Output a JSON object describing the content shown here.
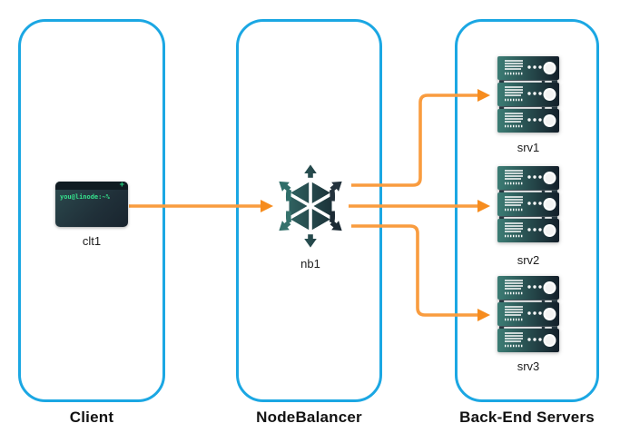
{
  "diagram": {
    "title_implicit": "NodeBalancer traffic flow",
    "columns": [
      {
        "key": "client",
        "label": "Client"
      },
      {
        "key": "nodebalancer",
        "label": "NodeBalancer"
      },
      {
        "key": "backends",
        "label": "Back-End Servers"
      }
    ],
    "nodes": {
      "client": {
        "id": "clt1",
        "type": "terminal",
        "terminal_text": "you@linode:~%"
      },
      "nodebalancer": {
        "id": "nb1",
        "type": "nodebalancer"
      },
      "servers": [
        {
          "id": "srv1",
          "type": "server-stack"
        },
        {
          "id": "srv2",
          "type": "server-stack"
        },
        {
          "id": "srv3",
          "type": "server-stack"
        }
      ]
    },
    "edges": [
      {
        "from": "clt1",
        "to": "nb1"
      },
      {
        "from": "nb1",
        "to": "srv1"
      },
      {
        "from": "nb1",
        "to": "srv2"
      },
      {
        "from": "nb1",
        "to": "srv3"
      }
    ],
    "icons": {
      "terminal_plus": "+"
    },
    "colors": {
      "column_border": "#1BA7E3",
      "arrow_line": "#F99C3F",
      "arrow_head": "#F68C1E",
      "icon_teal": "#2F6E69",
      "icon_dark": "#1B2933",
      "terminal_green": "#35E08C",
      "label_text": "#121212"
    }
  }
}
